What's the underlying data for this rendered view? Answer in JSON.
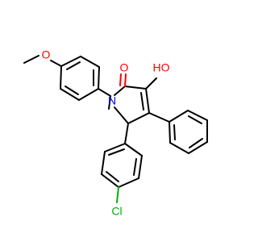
{
  "atom_labels": {
    "oxygen_methoxy": "O",
    "oxygen_carbonyl": "O",
    "hydroxyl": "HO",
    "nitrogen": "N",
    "chlorine": "Cl"
  },
  "colors": {
    "bond": "#000000",
    "oxygen": "#ff0000",
    "nitrogen": "#0000ff",
    "chlorine": "#00b000",
    "background": "#ffffff"
  }
}
